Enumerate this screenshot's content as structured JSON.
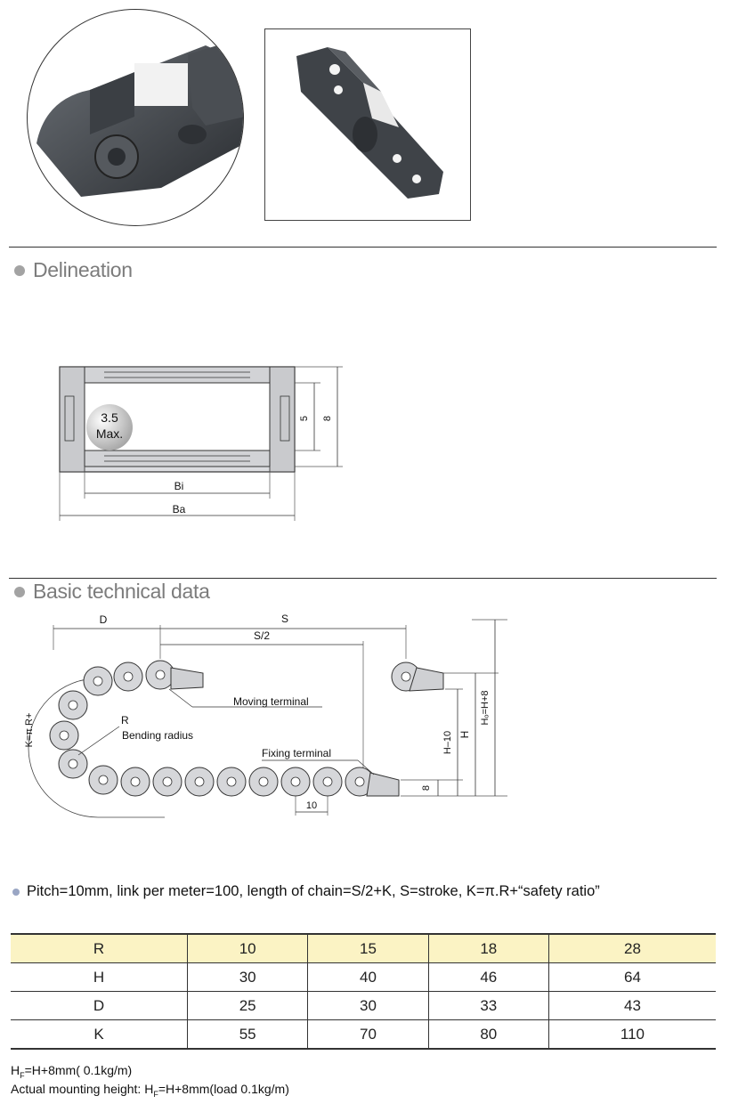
{
  "sections": {
    "delineation": "Delineation",
    "basic_data": "Basic technical data"
  },
  "delineation_figure": {
    "label_35": "3.5",
    "label_max": "Max.",
    "dim_5": "5",
    "dim_8": "8",
    "dim_bi": "Bi",
    "dim_ba": "Ba"
  },
  "chain_figure": {
    "label_d": "D",
    "label_s": "S",
    "label_s2": "S/2",
    "label_k": "K=π.R+",
    "label_r": "R",
    "label_bending": "Bending radius",
    "label_moving": "Moving terminal",
    "label_fixing": "Fixing terminal",
    "label_h10": "H–10",
    "label_h": "H",
    "label_hf": "Hₒ=H+8",
    "label_8": "8",
    "label_10": "10"
  },
  "pitch_note": "Pitch=10mm, link per meter=100, length of chain=S/2+K, S=stroke, K=π.R+“safety ratio”",
  "table": {
    "rows": [
      {
        "label": "R",
        "values": [
          "10",
          "15",
          "18",
          "28"
        ]
      },
      {
        "label": "H",
        "values": [
          "30",
          "40",
          "46",
          "64"
        ]
      },
      {
        "label": "D",
        "values": [
          "25",
          "30",
          "33",
          "43"
        ]
      },
      {
        "label": "K",
        "values": [
          "55",
          "70",
          "80",
          "110"
        ]
      }
    ]
  },
  "notes": {
    "line1_h": "H",
    "line1_sub": "F",
    "line1_rest": "=H+8mm( 0.1kg/m)",
    "line2_prefix": "Actual mounting height: H",
    "line2_sub": "F",
    "line2_rest": "=H+8mm(load 0.1kg/m)"
  }
}
